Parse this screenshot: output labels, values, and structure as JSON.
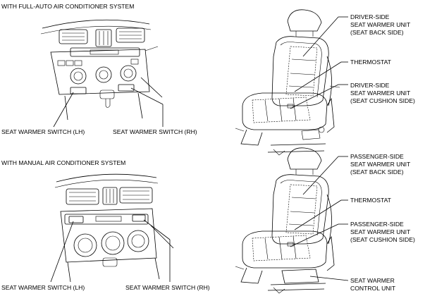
{
  "sections": {
    "full_auto": {
      "heading": "WITH FULL-AUTO AIR CONDITIONER SYSTEM",
      "switch_lh": "SEAT WARMER SWITCH (LH)",
      "switch_rh": "SEAT WARMER SWITCH (RH)"
    },
    "manual": {
      "heading": "WITH MANUAL AIR CONDITIONER SYSTEM",
      "switch_lh": "SEAT WARMER SWITCH (LH)",
      "switch_rh": "SEAT WARMER SWITCH (RH)"
    }
  },
  "driver_seat": {
    "back_unit": [
      "DRIVER-SIDE",
      "SEAT WARMER UNIT",
      "(SEAT BACK SIDE)"
    ],
    "thermostat": "THERMOSTAT",
    "cushion_unit": [
      "DRIVER-SIDE",
      "SEAT WARMER UNIT",
      "(SEAT CUSHION SIDE)"
    ]
  },
  "passenger_seat": {
    "back_unit": [
      "PASSENGER-SIDE",
      "SEAT WARMER UNIT",
      "(SEAT BACK SIDE)"
    ],
    "thermostat": "THERMOSTAT",
    "cushion_unit": [
      "PASSENGER-SIDE",
      "SEAT WARMER UNIT",
      "(SEAT CUSHION SIDE)"
    ],
    "control_unit": [
      "SEAT WARMER",
      "CONTROL UNIT"
    ]
  }
}
